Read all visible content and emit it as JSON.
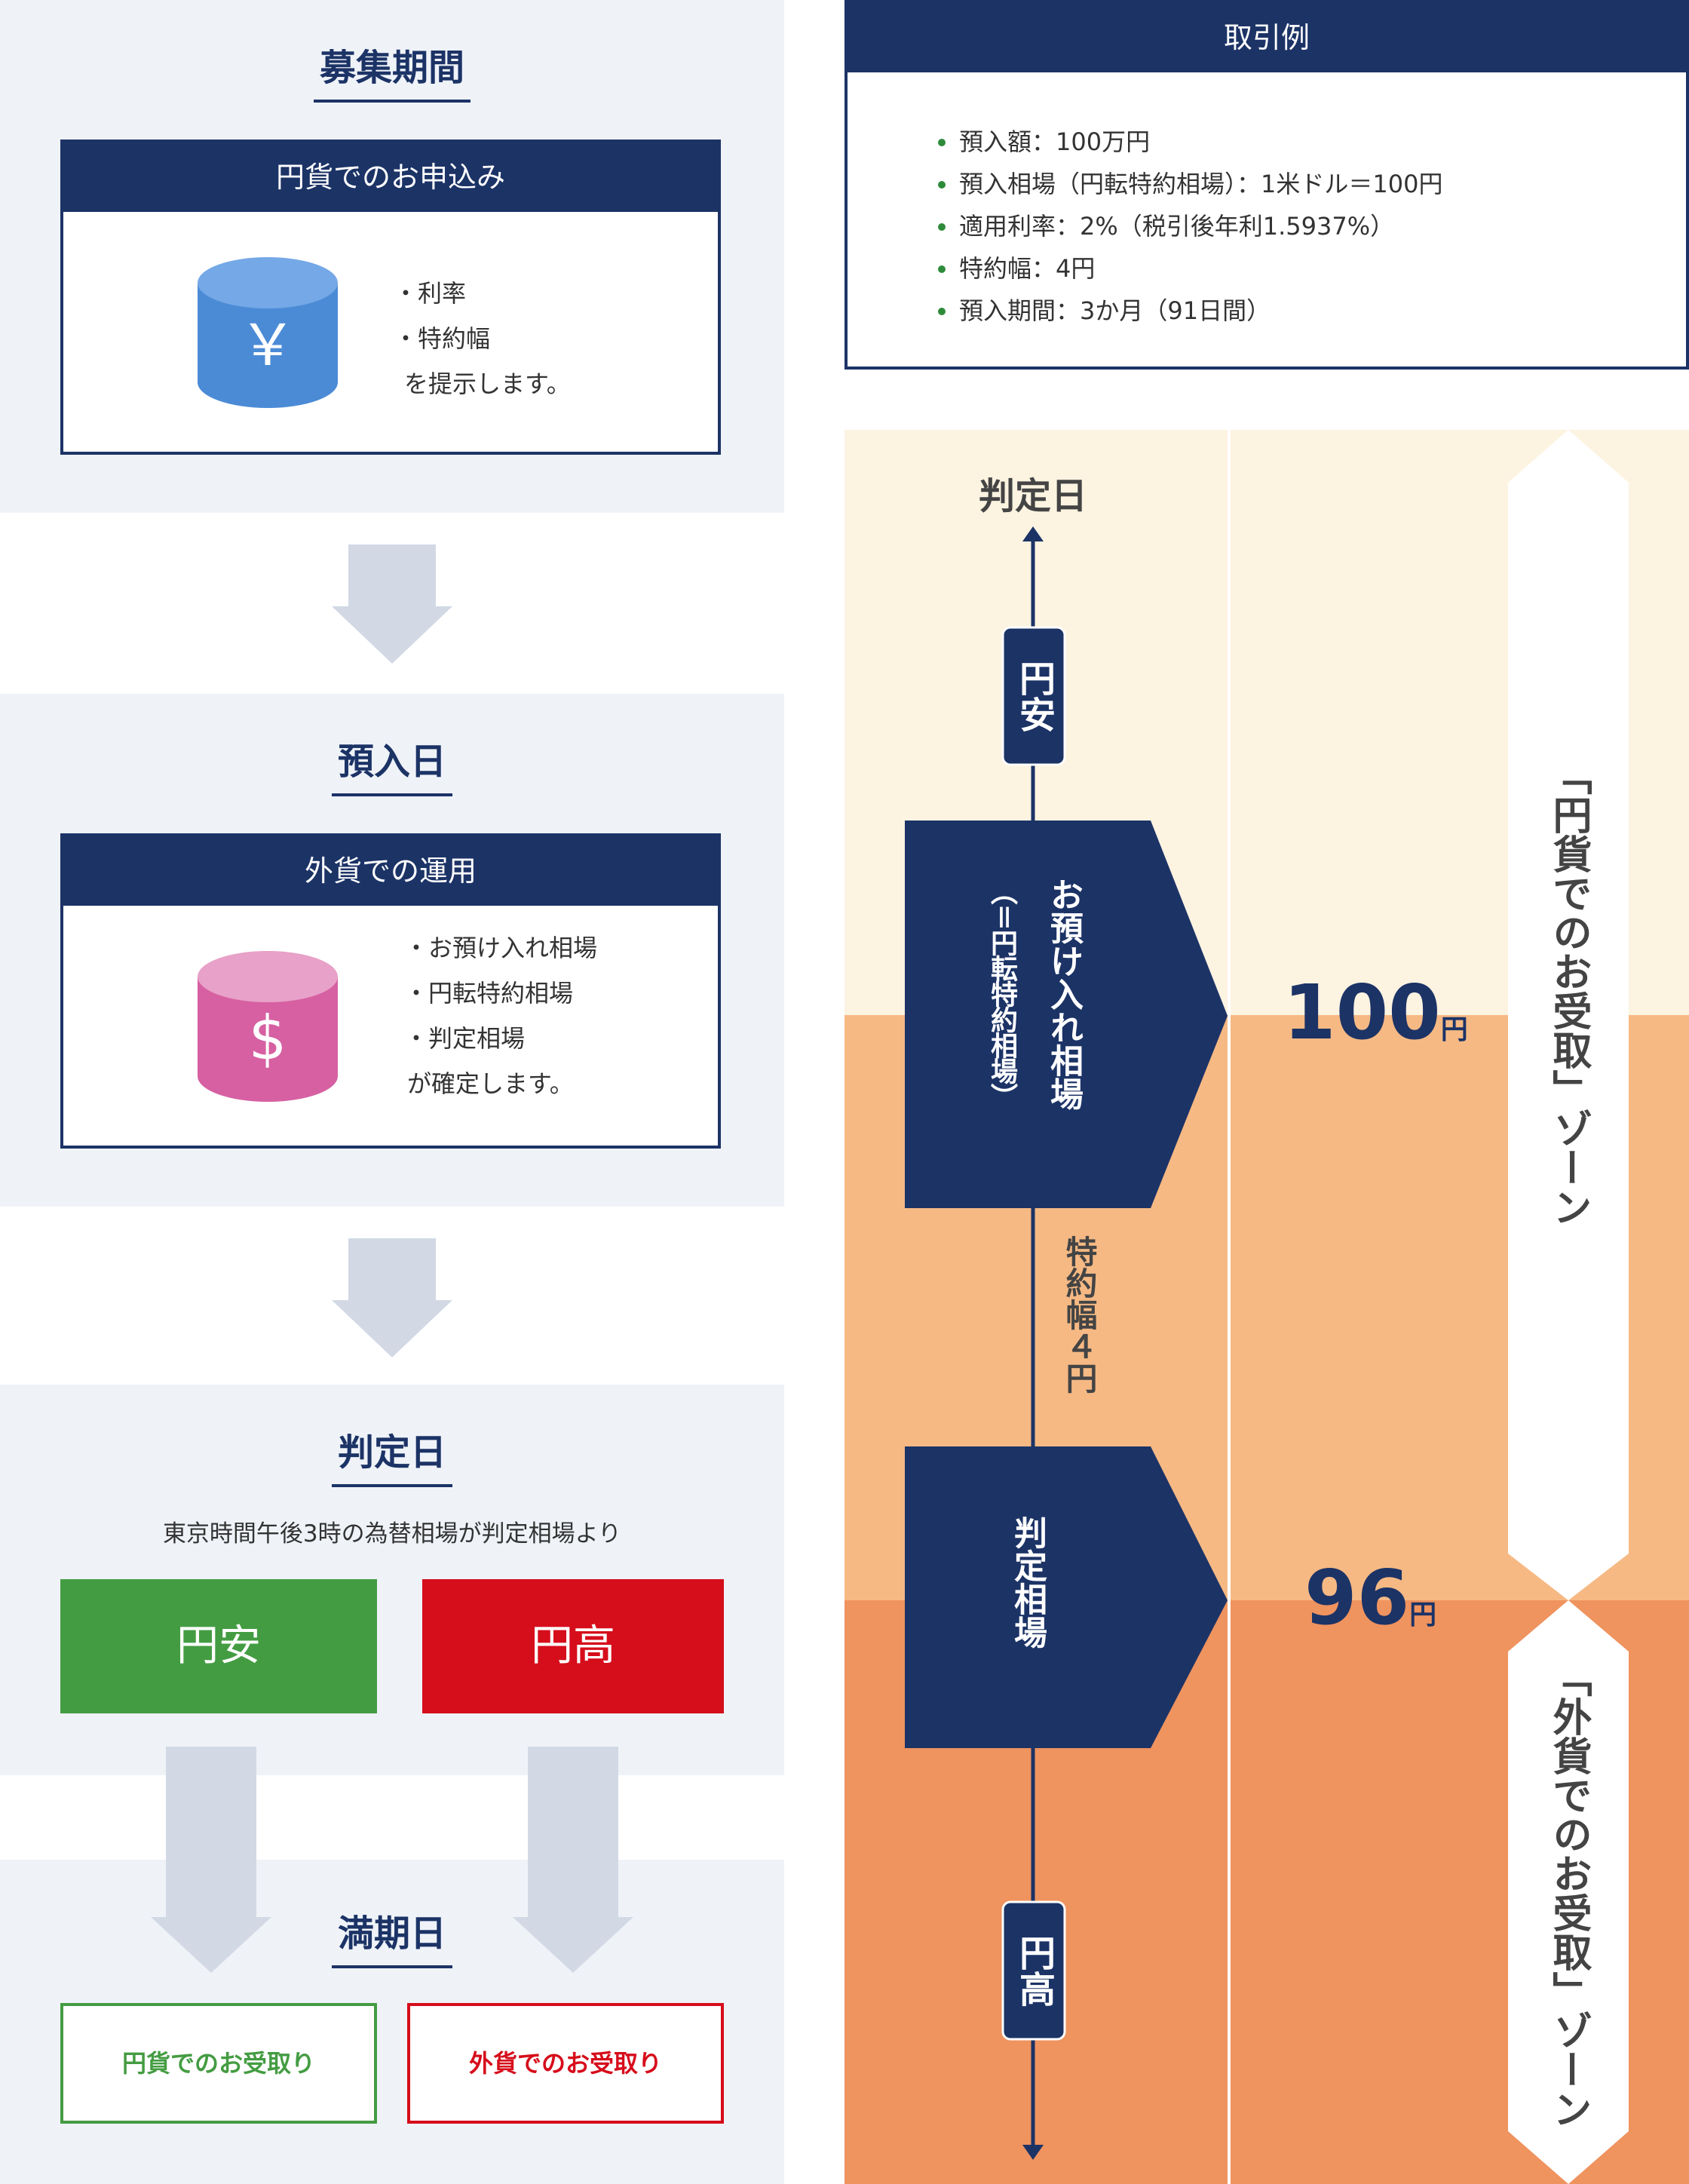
{
  "steps": {
    "recruit": {
      "title": "募集期間",
      "card_title": "円貨でのお申込み",
      "currency_symbol": "￥",
      "bullets": [
        "・利率",
        "・特約幅"
      ],
      "note": "を提示します。"
    },
    "deposit": {
      "title": "預入日",
      "card_title": "外貨での運用",
      "currency_symbol": "$",
      "bullets": [
        "・お預け入れ相場",
        "・円転特約相場",
        "・判定相場"
      ],
      "note": "が確定します。"
    },
    "judge": {
      "title": "判定日",
      "description": "東京時間午後3時の為替相場が判定相場より",
      "yen_weak": "円安",
      "yen_strong": "円高"
    },
    "maturity": {
      "title": "満期日",
      "receive_yen": "円貨でのお受取り",
      "receive_foreign": "外貨でのお受取り"
    }
  },
  "example": {
    "title": "取引例",
    "items": [
      "預入額：100万円",
      "預入相場（円転特約相場）：1米ドル＝100円",
      "適用利率：2%（税引後年利1.5937%）",
      "特約幅：4円",
      "預入期間：3か月（91日間）"
    ]
  },
  "chart": {
    "axis_label": "判定日",
    "yen_weak": "円安",
    "yen_strong": "円高",
    "deposit_rate_label": "お預け入れ相場",
    "deposit_rate_sub": "（＝円転特約相場）",
    "spread_label": "特約幅４円",
    "judge_rate_label": "判定相場",
    "rate_upper": "100",
    "rate_lower": "96",
    "unit": "円",
    "zone_yen": "「円貨でのお受取」ゾーン",
    "zone_foreign": "「外貨でのお受取」ゾーン",
    "colors": {
      "navy": "#1c3366",
      "zone_light": "#fcf3e1",
      "zone_mid": "#f6b984",
      "zone_dark": "#ef935f",
      "green": "#449c42",
      "red": "#d60d1b",
      "yen_coin": "#4b8bd6",
      "dollar_coin": "#d660a2"
    }
  }
}
